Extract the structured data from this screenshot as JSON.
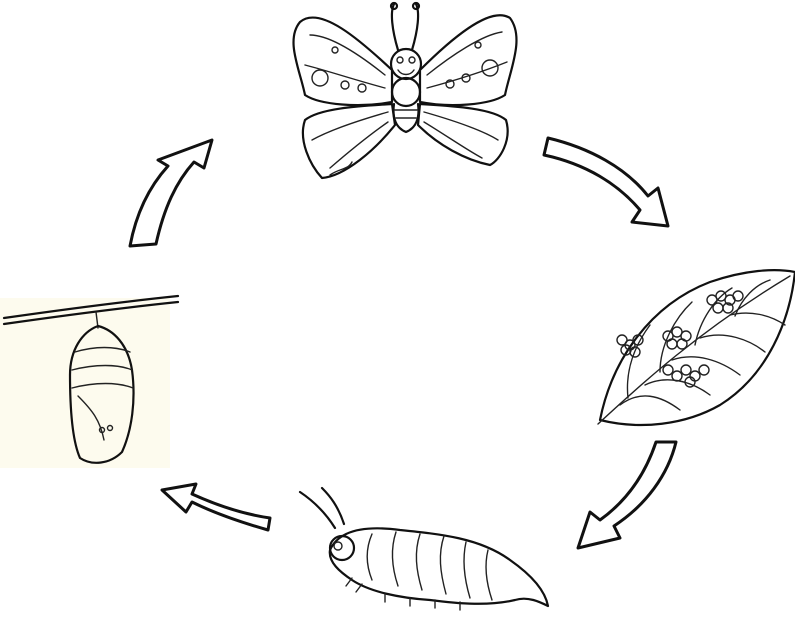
{
  "diagram": {
    "kind": "life-cycle",
    "stages": [
      "butterfly",
      "eggs-on-leaf",
      "caterpillar",
      "chrysalis"
    ],
    "flow": "clockwise",
    "colors": {
      "ink": "#111111",
      "background": "#ffffff",
      "pupa_panel": "#fdfbee"
    }
  }
}
